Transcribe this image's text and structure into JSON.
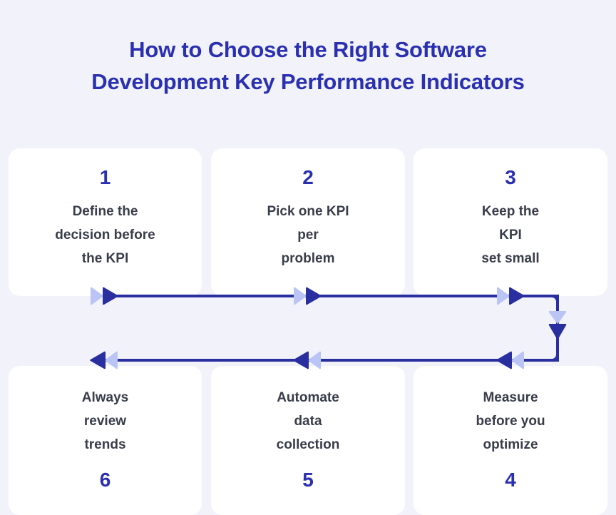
{
  "header": {
    "title_line_1": "How to Choose the Right Software",
    "title_line_2": "Development Key Performance Indicators"
  },
  "colors": {
    "background": "#f2f3fa",
    "card_background": "#ffffff",
    "title_indigo": "#2a30b0",
    "number_indigo": "#2a30b0",
    "body_text": "#383d49",
    "arrow_dark": "#2a2fa0",
    "arrow_light": "#bac4f5"
  },
  "steps": [
    {
      "number": "1",
      "text": "Define the\ndecision before\nthe KPI",
      "row": "top",
      "column": 1
    },
    {
      "number": "2",
      "text": "Pick one KPI\nper\nproblem",
      "row": "top",
      "column": 2
    },
    {
      "number": "3",
      "text": "Keep the\nKPI\nset small",
      "row": "top",
      "column": 3
    },
    {
      "number": "4",
      "text": "Measure\nbefore you\noptimize",
      "row": "bottom",
      "column": 3
    },
    {
      "number": "5",
      "text": "Automate\ndata\ncollection",
      "row": "bottom",
      "column": 2
    },
    {
      "number": "6",
      "text": "Always\nreview\ntrends",
      "row": "bottom",
      "column": 1
    }
  ],
  "flow": {
    "top_direction": "right",
    "bottom_direction": "left",
    "right_direction": "down",
    "markers_top": [
      "double-chevron-right-icon",
      "double-chevron-right-icon",
      "double-chevron-right-icon"
    ],
    "markers_bottom": [
      "double-chevron-left-icon",
      "double-chevron-left-icon",
      "double-chevron-left-icon"
    ],
    "marker_right": "double-chevron-down-icon"
  }
}
